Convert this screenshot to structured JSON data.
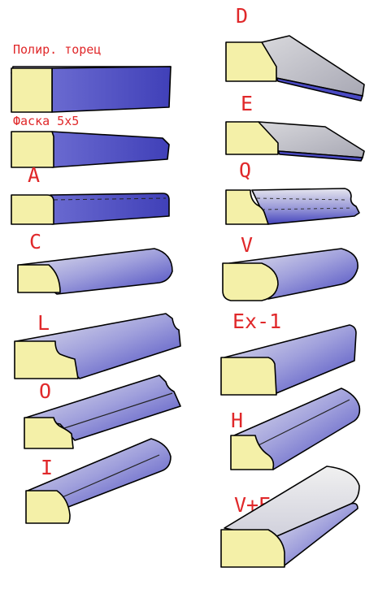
{
  "colors": {
    "end_face": "#f4f0a8",
    "body_light": "#e2e2ee",
    "body_dark": "#3f3fc0",
    "top_grey": "#c8c8d0",
    "label": "#e0282a",
    "outline": "#000000"
  },
  "profiles": [
    {
      "id": "polished",
      "label": "Полир. торец"
    },
    {
      "id": "chamfer",
      "label": "Фаска 5х5"
    },
    {
      "id": "A",
      "label": "A"
    },
    {
      "id": "C",
      "label": "C"
    },
    {
      "id": "L",
      "label": "L"
    },
    {
      "id": "O",
      "label": "O"
    },
    {
      "id": "I",
      "label": "I"
    },
    {
      "id": "D",
      "label": "D"
    },
    {
      "id": "E",
      "label": "E"
    },
    {
      "id": "Q",
      "label": "Q"
    },
    {
      "id": "V",
      "label": "V"
    },
    {
      "id": "Ex1",
      "label": "Ex-1"
    },
    {
      "id": "H",
      "label": "H"
    },
    {
      "id": "VE",
      "label": "V+E"
    }
  ]
}
